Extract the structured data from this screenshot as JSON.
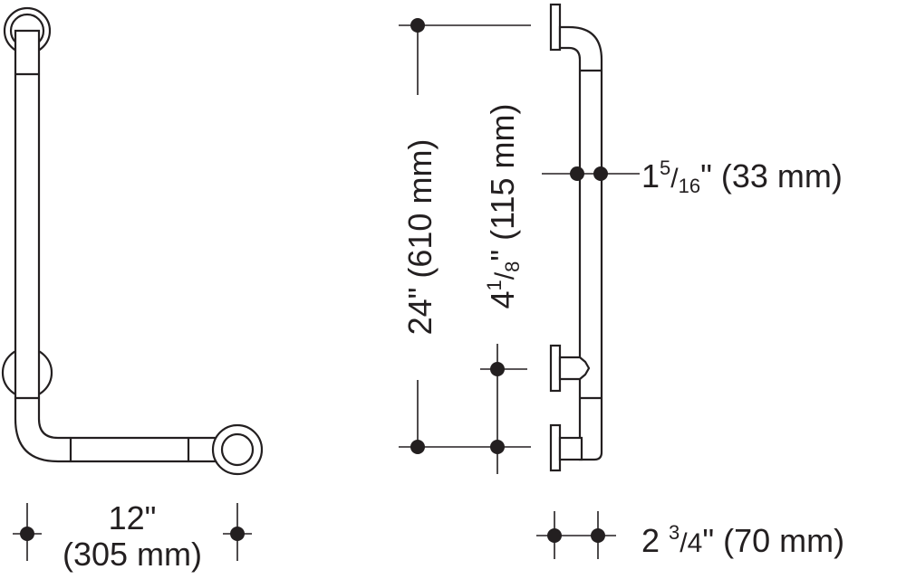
{
  "dimensions": {
    "overall_width": {
      "imperial": "12\"",
      "metric": "(305 mm)"
    },
    "overall_height": {
      "imperial": "24\" (610 mm)"
    },
    "bracket_spacing": {
      "imperial_whole": "4",
      "frac_num": "1",
      "frac_den": "8",
      "suffix": "\" (115 mm)"
    },
    "tube_diameter": {
      "imperial_whole": "1",
      "frac_num": "5",
      "frac_den": "16",
      "suffix": "\" (33 mm)"
    },
    "projection": {
      "imperial_whole": "2 ",
      "frac_num": "3",
      "frac_den": "4",
      "suffix": "\" (70 mm)"
    }
  }
}
